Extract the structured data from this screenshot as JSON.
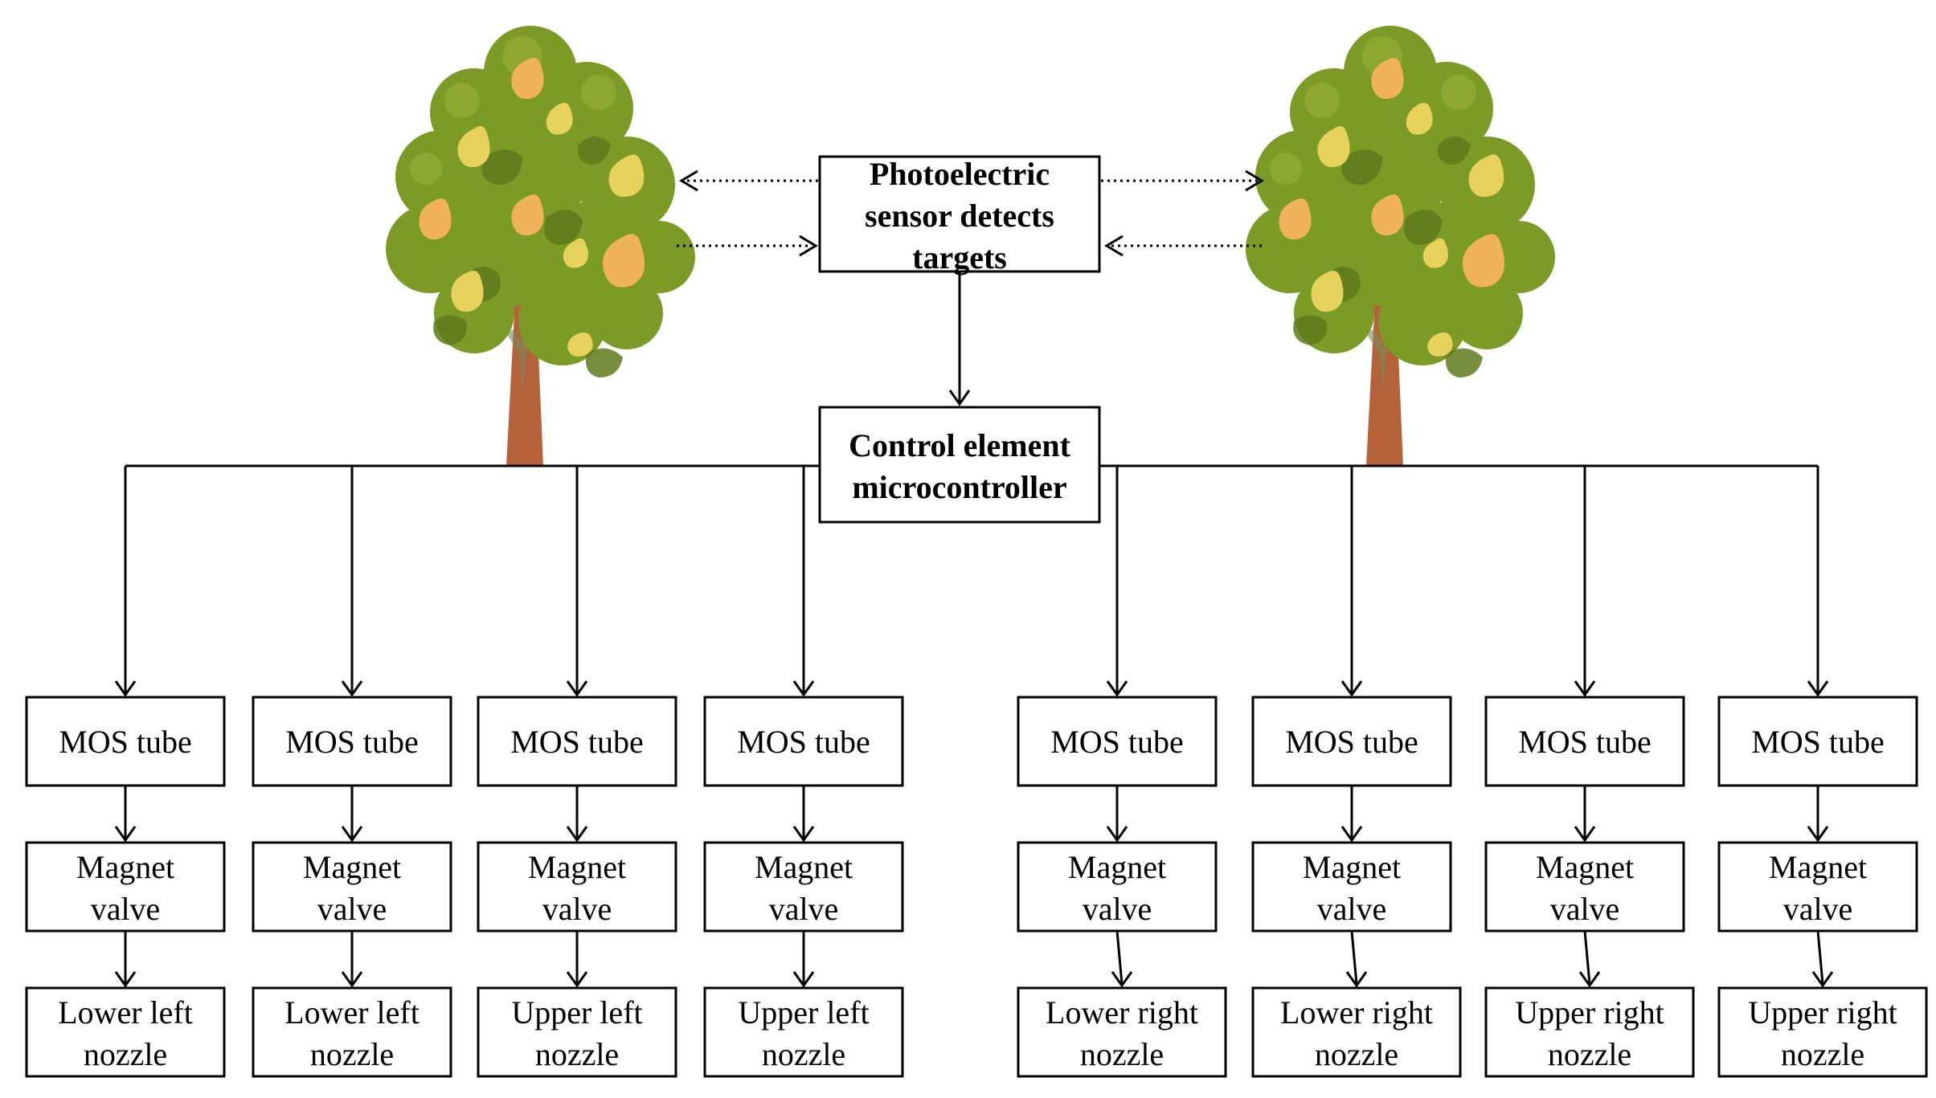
{
  "sensor": {
    "lines": [
      "Photoelectric",
      "sensor detects",
      "targets"
    ]
  },
  "controller": {
    "lines": [
      "Control element",
      "microcontroller"
    ]
  },
  "channels": [
    {
      "mos": "MOS tube",
      "valve": [
        "Magnet",
        "valve"
      ],
      "nozzle": [
        "Lower left",
        "nozzle"
      ]
    },
    {
      "mos": "MOS tube",
      "valve": [
        "Magnet",
        "valve"
      ],
      "nozzle": [
        "Lower left",
        "nozzle"
      ]
    },
    {
      "mos": "MOS tube",
      "valve": [
        "Magnet",
        "valve"
      ],
      "nozzle": [
        "Upper left",
        "nozzle"
      ]
    },
    {
      "mos": "MOS tube",
      "valve": [
        "Magnet",
        "valve"
      ],
      "nozzle": [
        "Upper left",
        "nozzle"
      ]
    },
    {
      "mos": "MOS tube",
      "valve": [
        "Magnet",
        "valve"
      ],
      "nozzle": [
        "Lower right",
        "nozzle"
      ]
    },
    {
      "mos": "MOS tube",
      "valve": [
        "Magnet",
        "valve"
      ],
      "nozzle": [
        "Lower right",
        "nozzle"
      ]
    },
    {
      "mos": "MOS tube",
      "valve": [
        "Magnet",
        "valve"
      ],
      "nozzle": [
        "Upper right",
        "nozzle"
      ]
    },
    {
      "mos": "MOS tube",
      "valve": [
        "Magnet",
        "valve"
      ],
      "nozzle": [
        "Upper right",
        "nozzle"
      ]
    }
  ],
  "colors": {
    "foliage_dark": "#5f7a1c",
    "foliage_mid": "#7c9a26",
    "foliage_light": "#9bb23a",
    "pear_yellow": "#e6d25c",
    "pear_orange": "#f0b25a",
    "trunk": "#b5623a"
  },
  "icons": [
    "pear-tree-left-icon",
    "pear-tree-right-icon"
  ]
}
